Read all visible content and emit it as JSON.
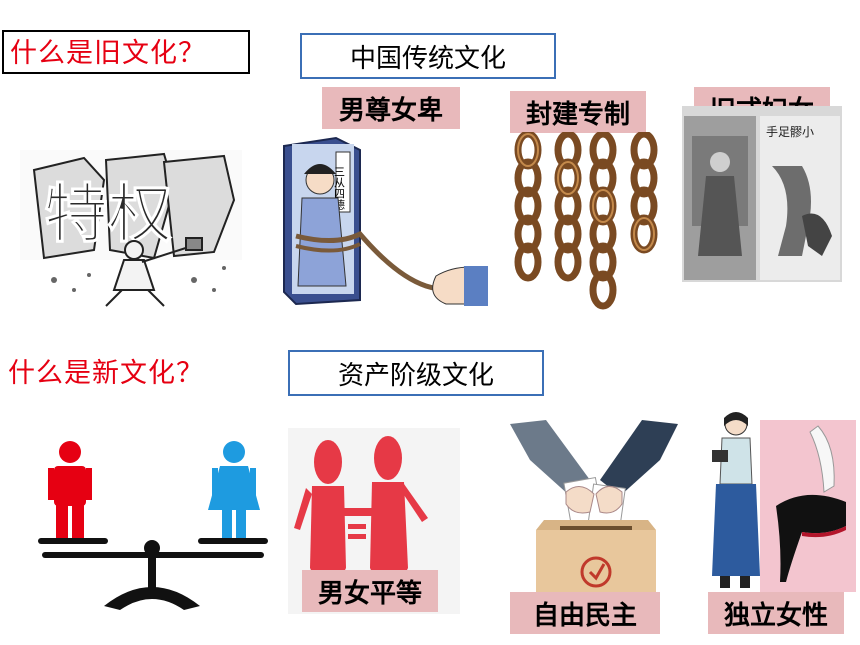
{
  "old_section": {
    "question": "什么是旧文化？",
    "category": "中国传统文化",
    "labels": {
      "male_superior": "男尊女卑",
      "feudal": "封建专制",
      "old_women": "旧式妇女"
    },
    "privilege_text": "特权",
    "book_text": "三从四德",
    "photo_caption": "手足髎小"
  },
  "new_section": {
    "question": "什么是新文化？",
    "category": "资产阶级文化",
    "labels": {
      "equality": "男女平等",
      "democracy": "自由民主",
      "independent_woman": "独立女性"
    }
  },
  "colors": {
    "title_red": "#e60012",
    "label_pink": "#e8b9bb",
    "box_blue": "#3b6fb6",
    "male_red": "#e60012",
    "female_blue": "#1e9be0"
  }
}
